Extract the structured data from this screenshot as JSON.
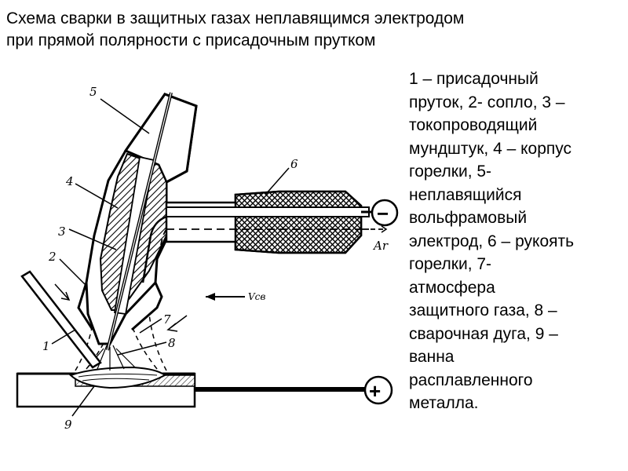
{
  "title": {
    "line1": "Схема  сварки в защитных газах неплавящимся электродом",
    "line2": "при прямой полярности с присадочным прутком"
  },
  "legend": {
    "lines": [
      "1 – присадочный",
      "пруток, 2- сопло, 3 –",
      "токопроводящий",
      "мундштук, 4 – корпус",
      "горелки, 5-",
      "неплавящийся",
      "вольфрамовый",
      "электрод, 6 – рукоять",
      "горелки, 7-",
      "атмосфера",
      "защитного газа, 8 –",
      "сварочная дуга, 9 –",
      "ванна",
      "расплавленного",
      "металла."
    ]
  },
  "diagram": {
    "labels": {
      "n1": "1",
      "n2": "2",
      "n3": "3",
      "n4": "4",
      "n5": "5",
      "n6": "6",
      "n7": "7",
      "n8": "8",
      "n9": "9"
    },
    "gas": "Ar",
    "velocity": "Vсв",
    "minus_symbol": "−",
    "plus_symbol": "+"
  }
}
